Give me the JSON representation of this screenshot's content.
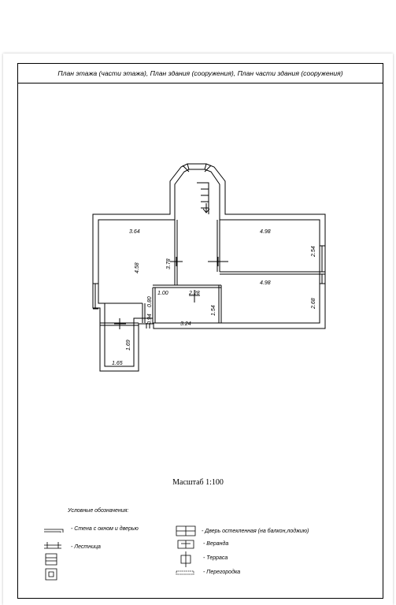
{
  "header": {
    "title": "План этажа (части этажа), План здания (сооружения), План части здания (сооружения)"
  },
  "plan": {
    "dimensions": [
      {
        "id": "room-a-width",
        "text": "3.64"
      },
      {
        "id": "room-a-height",
        "text": "4.58"
      },
      {
        "id": "corridor-height",
        "text": "3.78"
      },
      {
        "id": "room-b-width",
        "text": "4.98"
      },
      {
        "id": "room-b-height",
        "text": "2.54"
      },
      {
        "id": "room-c-width",
        "text": "4.98"
      },
      {
        "id": "room-c-height",
        "text": "2.68"
      },
      {
        "id": "passage-width",
        "text": "1.00"
      },
      {
        "id": "hall-width",
        "text": "2.28"
      },
      {
        "id": "step-height",
        "text": "0.80"
      },
      {
        "id": "niche-height",
        "text": "0.94"
      },
      {
        "id": "room-d-width",
        "text": "3.24"
      },
      {
        "id": "room-d-height",
        "text": "1.54"
      },
      {
        "id": "porch-height",
        "text": "1.69"
      },
      {
        "id": "porch-width",
        "text": "1.65"
      }
    ]
  },
  "scale": {
    "text": "Масштаб 1:100"
  },
  "legend": {
    "title": "Условные обозначения:",
    "items": [
      {
        "id": "wall",
        "label": "- Стена с окном и дверью"
      },
      {
        "id": "glazed-door",
        "label": "- Дверь остекленная (на балкон,лоджию)"
      },
      {
        "id": "stairs",
        "label": "- Лестница"
      },
      {
        "id": "veranda",
        "label": "- Веранда"
      },
      {
        "id": "terrace",
        "label": "- Терраса"
      },
      {
        "id": "partition",
        "label": "- Перегородка"
      }
    ]
  }
}
